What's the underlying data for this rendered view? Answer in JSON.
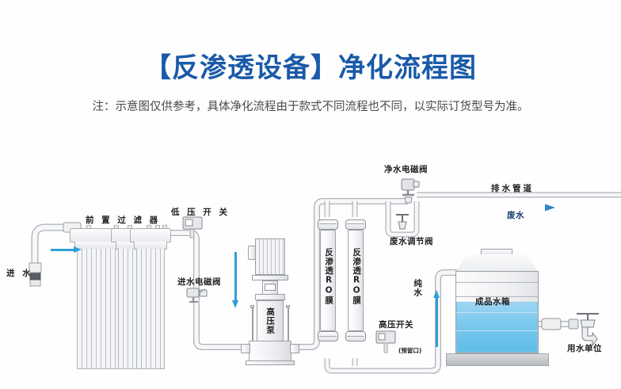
{
  "header": {
    "title": "【反渗透设备】净化流程图",
    "subtitle": "注：示意图仅供参考，具体净化流程由于款式不同流程也不同，以实际订货型号为准。",
    "title_color": "#1a5aa8"
  },
  "diagram": {
    "labels": {
      "inlet_water": "进 水",
      "pre_filter": "前 置 过 滤 器",
      "low_pressure_switch": "低 压 开 关",
      "inlet_solenoid_valve": "进水电磁阀",
      "high_pressure_pump": "高压泵",
      "ro_membrane_1": "反渗透RO膜",
      "ro_membrane_2": "反渗透RO膜",
      "purified_water_solenoid_valve": "净水电磁阀",
      "waste_water_regulating_valve": "废水调节阀",
      "drain_pipe": "排水管道",
      "waste_water": "废水",
      "high_pressure_switch": "高压开关",
      "reserved_port": "(预留口)",
      "pure_water": "纯水",
      "product_water_tank": "成品水箱",
      "water_use_unit": "用水单位"
    },
    "colors": {
      "arrow_blue": "#2f9fd6",
      "waste_arrow": "#2e5f96",
      "water_fill": "#7cc9ee",
      "pipe_outline": "#b9bcc2"
    }
  }
}
